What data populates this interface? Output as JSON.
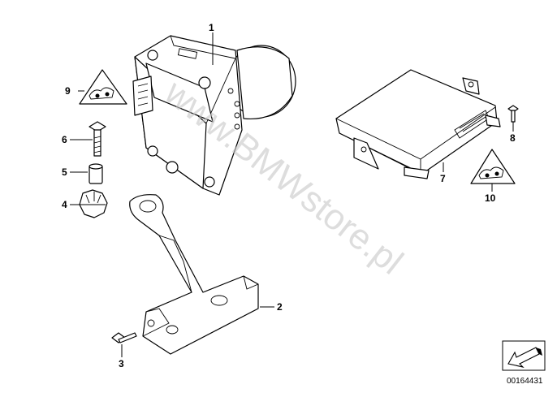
{
  "diagram": {
    "callouts": [
      {
        "id": "c1",
        "text": "1"
      },
      {
        "id": "c2",
        "text": "2"
      },
      {
        "id": "c3",
        "text": "3"
      },
      {
        "id": "c4",
        "text": "4"
      },
      {
        "id": "c5",
        "text": "5"
      },
      {
        "id": "c6",
        "text": "6"
      },
      {
        "id": "c7",
        "text": "7"
      },
      {
        "id": "c8",
        "text": "8"
      },
      {
        "id": "c9",
        "text": "9"
      },
      {
        "id": "c10",
        "text": "10"
      }
    ],
    "watermark": "www.BMWstore.pl",
    "reference_number": "00164431"
  },
  "colors": {
    "line": "#000000",
    "background": "#ffffff",
    "watermark": "#c8c8c8"
  },
  "icons": [
    "warning-triangle-icon",
    "warning-triangle-icon",
    "arrow-stamp-icon"
  ]
}
